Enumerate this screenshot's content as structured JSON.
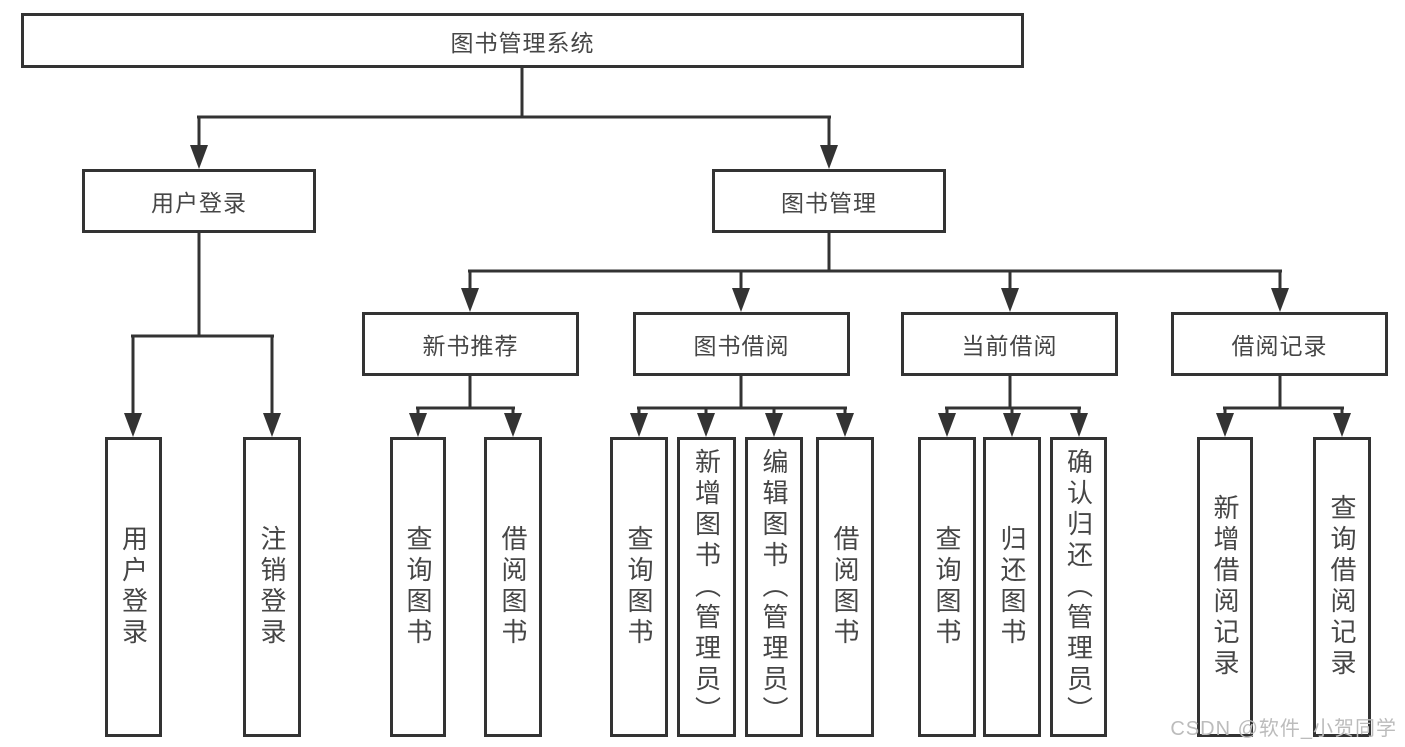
{
  "diagram": {
    "root": "图书管理系统",
    "level2": {
      "user_login": "用户登录",
      "book_mgmt": "图书管理"
    },
    "level3": {
      "new_book": "新书推荐",
      "book_borrow": "图书借阅",
      "current_borrow": "当前借阅",
      "borrow_record": "借阅记录"
    },
    "leaves": {
      "user_login_leaf": "用户登录",
      "logout": "注销登录",
      "nb_query": "查询图书",
      "nb_borrow": "借阅图书",
      "bb_query": "查询图书",
      "bb_add": "新增图书（管理员）",
      "bb_edit": "编辑图书（管理员）",
      "bb_borrow": "借阅图书",
      "cb_query": "查询图书",
      "cb_return": "归还图书",
      "cb_confirm": "确认归还（管理员）",
      "br_add": "新增借阅记录",
      "br_query": "查询借阅记录"
    },
    "colors": {
      "line": "#333333",
      "text": "#464646",
      "watermark": "#bcbcbc",
      "background": "#ffffff"
    },
    "watermark": "CSDN @软件_小贺同学"
  }
}
